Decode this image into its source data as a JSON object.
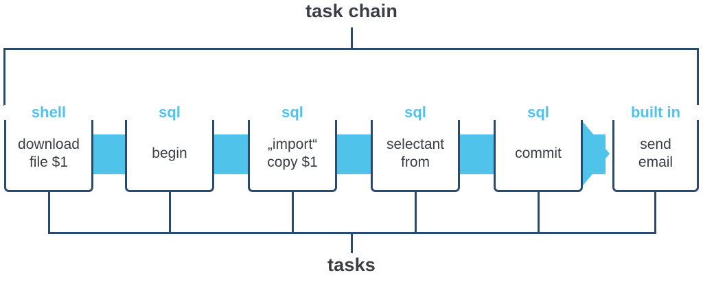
{
  "diagram": {
    "top_caption": "task chain",
    "bottom_caption": "tasks",
    "colors": {
      "accent_blue": "#4fc3ea",
      "label_blue": "#4ec3ef",
      "navy": "#2b4a6f",
      "text": "#3a3e44",
      "background": "#ffffff"
    },
    "tasks": [
      {
        "tag": "shell",
        "line1": "download",
        "line2": "file $1"
      },
      {
        "tag": "sql",
        "line1": "begin",
        "line2": ""
      },
      {
        "tag": "sql",
        "line1": "„import“",
        "line2": "copy $1"
      },
      {
        "tag": "sql",
        "line1": "selectant",
        "line2": "from"
      },
      {
        "tag": "sql",
        "line1": "commit",
        "line2": ""
      },
      {
        "tag": "built in",
        "line1": "send",
        "line2": "email"
      }
    ],
    "connectors": [
      {
        "kind": "band",
        "from": "download file $1",
        "to": "begin"
      },
      {
        "kind": "band",
        "from": "begin",
        "to": "„import“ copy $1"
      },
      {
        "kind": "band",
        "from": "„import“ copy $1",
        "to": "selectant from"
      },
      {
        "kind": "band",
        "from": "selectant from",
        "to": "commit"
      },
      {
        "kind": "arrow",
        "from": "commit",
        "to": "send email"
      }
    ]
  }
}
